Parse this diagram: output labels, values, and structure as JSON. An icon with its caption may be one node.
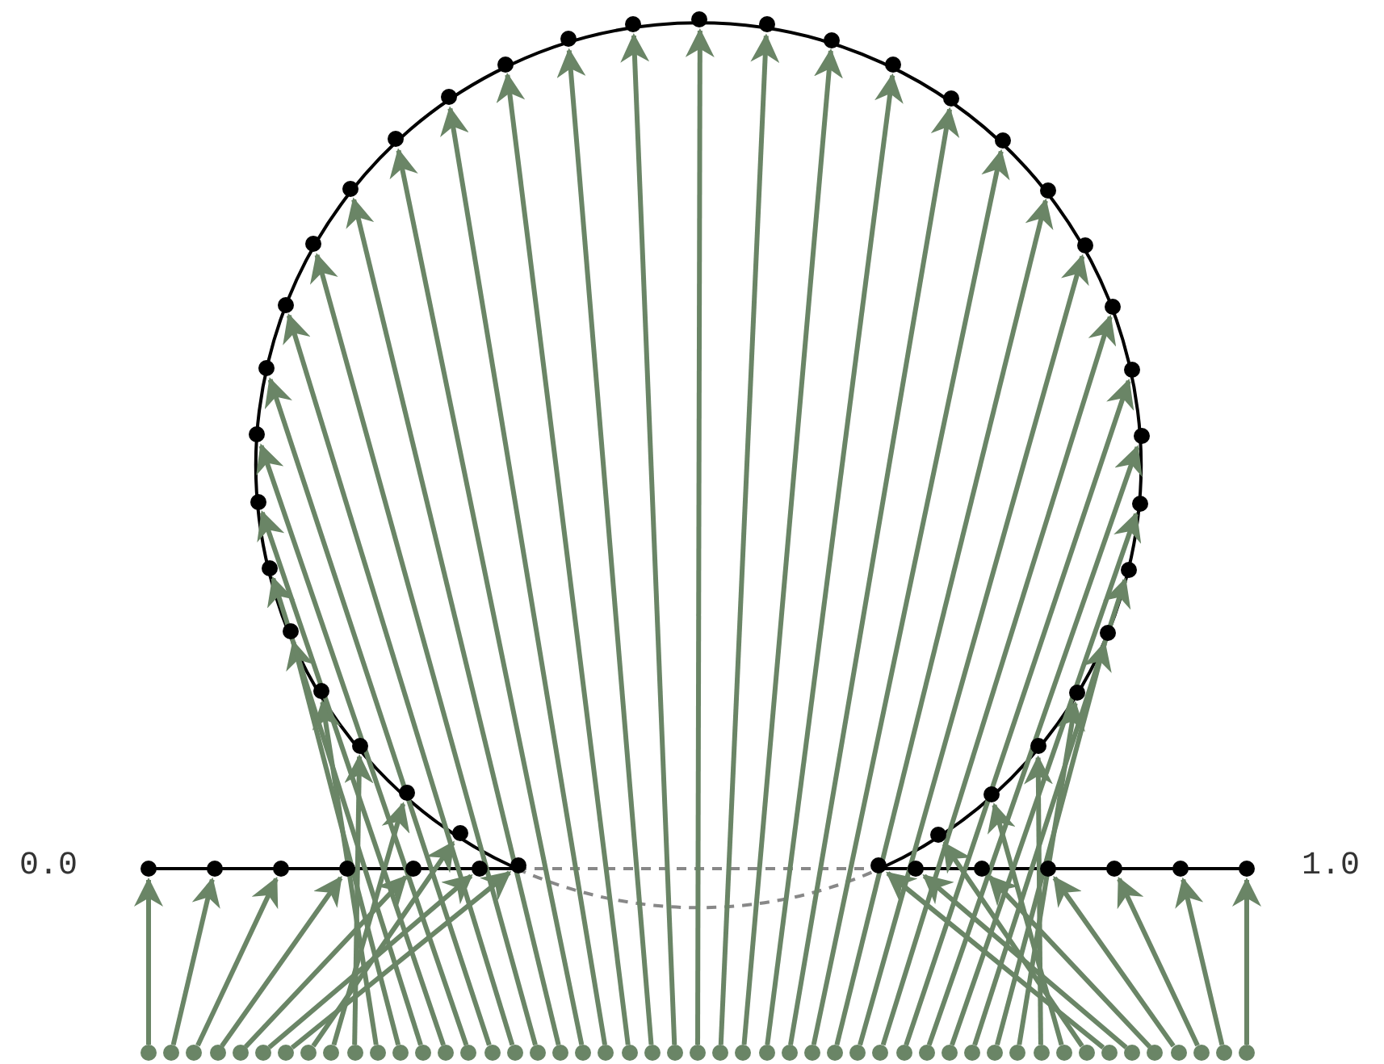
{
  "diagram": {
    "nodes": [
      {
        "text": [],
        "shape": "circle"
      },
      {
        "text": [],
        "shape": "circle"
      },
      {
        "text": [],
        "shape": "circle"
      },
      {
        "text": [],
        "shape": "circle"
      },
      {
        "text": [],
        "shape": "circle"
      },
      {
        "text": [],
        "shape": "circle"
      },
      {
        "text": [],
        "shape": "circle"
      },
      {
        "text": [],
        "shape": "circle"
      },
      {
        "text": [],
        "shape": "circle"
      },
      {
        "text": [],
        "shape": "circle"
      },
      {
        "text": [],
        "shape": "circle"
      },
      {
        "text": [],
        "shape": "circle"
      },
      {
        "text": [],
        "shape": "circle"
      },
      {
        "text": [],
        "shape": "circle"
      },
      {
        "text": [],
        "shape": "circle"
      },
      {
        "text": [],
        "shape": "circle"
      },
      {
        "text": [],
        "shape": "circle"
      },
      {
        "text": [],
        "shape": "circle"
      },
      {
        "text": [],
        "shape": "circle"
      },
      {
        "text": [],
        "shape": "circle"
      },
      {
        "text": [],
        "shape": "circle"
      },
      {
        "text": [],
        "shape": "circle"
      },
      {
        "text": [],
        "shape": "circle"
      },
      {
        "text": [],
        "shape": "circle"
      },
      {
        "text": [],
        "shape": "circle"
      },
      {
        "text": [],
        "shape": "circle"
      },
      {
        "text": [],
        "shape": "circle"
      },
      {
        "text": [],
        "shape": "circle"
      },
      {
        "text": [],
        "shape": "circle"
      },
      {
        "text": [],
        "shape": "circle"
      },
      {
        "text": [],
        "shape": "circle"
      },
      {
        "text": [],
        "shape": "circle"
      },
      {
        "text": [],
        "shape": "circle"
      },
      {
        "text": [],
        "shape": "circle"
      },
      {
        "text": [],
        "shape": "circle"
      },
      {
        "text": [],
        "shape": "circle"
      },
      {
        "text": [],
        "shape": "circle"
      },
      {
        "text": [],
        "shape": "circle"
      },
      {
        "text": [],
        "shape": "circle"
      },
      {
        "text": [],
        "shape": "circle"
      },
      {
        "text": [],
        "shape": "circle"
      },
      {
        "text": [],
        "shape": "circle"
      },
      {
        "text": [],
        "shape": "circle"
      },
      {
        "text": [],
        "shape": "circle"
      },
      {
        "text": [],
        "shape": "circle"
      },
      {
        "text": [],
        "shape": "circle"
      },
      {
        "text": [],
        "shape": "circle"
      },
      {
        "text": [],
        "shape": "circle"
      },
      {
        "text": [],
        "shape": "circle"
      },
      {
        "text": [],
        "shape": "circle"
      },
      {
        "text": [],
        "shape": "circle"
      },
      {
        "text": [],
        "shape": "circle"
      },
      {
        "text": [],
        "shape": "circle"
      },
      {
        "text": [],
        "shape": "circle"
      },
      {
        "text": [],
        "shape": "circle"
      },
      {
        "text": [],
        "shape": "circle"
      },
      {
        "text": [],
        "shape": "circle"
      },
      {
        "text": [],
        "shape": "circle"
      },
      {
        "text": [],
        "shape": "circle"
      },
      {
        "text": [],
        "shape": "circle"
      },
      {
        "text": [],
        "shape": "circle"
      },
      {
        "text": [],
        "shape": "circle"
      },
      {
        "text": [],
        "shape": "circle"
      },
      {
        "text": [],
        "shape": "circle"
      },
      {
        "text": [],
        "shape": "circle"
      },
      {
        "text": [],
        "shape": "circle"
      },
      {
        "text": [],
        "shape": "circle"
      },
      {
        "text": [],
        "shape": "circle"
      },
      {
        "text": [],
        "shape": "circle"
      },
      {
        "text": [],
        "shape": "circle"
      },
      {
        "text": [],
        "shape": "circle"
      },
      {
        "text": [],
        "shape": "circle"
      },
      {
        "text": [],
        "shape": "circle"
      },
      {
        "text": [],
        "shape": "circle"
      },
      {
        "text": [],
        "shape": "circle"
      },
      {
        "text": [],
        "shape": "circle"
      },
      {
        "text": [],
        "shape": "circle"
      },
      {
        "text": [],
        "shape": "circle"
      },
      {
        "text": [],
        "shape": "circle"
      },
      {
        "text": [],
        "shape": "circle"
      },
      {
        "text": [],
        "shape": "circle"
      },
      {
        "text": [],
        "shape": "circle"
      },
      {
        "text": [],
        "shape": "circle"
      },
      {
        "text": [],
        "shape": "circle"
      },
      {
        "text": [],
        "shape": "circle"
      },
      {
        "text": [],
        "shape": "circle"
      },
      {
        "text": [],
        "shape": "circle"
      },
      {
        "text": [],
        "shape": "circle"
      },
      {
        "text": [],
        "shape": "circle"
      },
      {
        "text": [],
        "shape": "circle"
      },
      {
        "text": [],
        "shape": "circle"
      },
      {
        "text": [],
        "shape": "circle"
      },
      {
        "text": [],
        "shape": "circle"
      },
      {
        "text": [],
        "shape": "circle"
      },
      {
        "text": [],
        "shape": "circle"
      },
      {
        "text": [],
        "shape": "circle"
      },
      {
        "text": [],
        "shape": "circle"
      },
      {
        "text": [],
        "shape": "circle"
      }
    ],
    "edges": [
      {
        "from": 0,
        "to": 49,
        "arrow": "to"
      },
      {
        "from": 1,
        "to": 50,
        "arrow": "to"
      },
      {
        "from": 2,
        "to": 51,
        "arrow": "to"
      },
      {
        "from": 3,
        "to": 52,
        "arrow": "to"
      },
      {
        "from": 4,
        "to": 53,
        "arrow": "to"
      },
      {
        "from": 5,
        "to": 54,
        "arrow": "to"
      },
      {
        "from": 6,
        "to": 55,
        "arrow": "to"
      },
      {
        "from": 7,
        "to": 56,
        "arrow": "to"
      },
      {
        "from": 8,
        "to": 57,
        "arrow": "to"
      },
      {
        "from": 9,
        "to": 58,
        "arrow": "to"
      },
      {
        "from": 10,
        "to": 59,
        "arrow": "to"
      },
      {
        "from": 11,
        "to": 60,
        "arrow": "to"
      },
      {
        "from": 12,
        "to": 61,
        "arrow": "to"
      },
      {
        "from": 13,
        "to": 62,
        "arrow": "to"
      },
      {
        "from": 14,
        "to": 63,
        "arrow": "to"
      },
      {
        "from": 15,
        "to": 64,
        "arrow": "to"
      },
      {
        "from": 16,
        "to": 65,
        "arrow": "to"
      },
      {
        "from": 17,
        "to": 66,
        "arrow": "to"
      },
      {
        "from": 18,
        "to": 67,
        "arrow": "to"
      },
      {
        "from": 19,
        "to": 68,
        "arrow": "to"
      },
      {
        "from": 20,
        "to": 69,
        "arrow": "to"
      },
      {
        "from": 21,
        "to": 70,
        "arrow": "to"
      },
      {
        "from": 22,
        "to": 71,
        "arrow": "to"
      },
      {
        "from": 23,
        "to": 72,
        "arrow": "to"
      },
      {
        "from": 24,
        "to": 73,
        "arrow": "to"
      },
      {
        "from": 25,
        "to": 74,
        "arrow": "to"
      },
      {
        "from": 26,
        "to": 75,
        "arrow": "to"
      },
      {
        "from": 27,
        "to": 76,
        "arrow": "to"
      },
      {
        "from": 28,
        "to": 77,
        "arrow": "to"
      },
      {
        "from": 29,
        "to": 78,
        "arrow": "to"
      },
      {
        "from": 30,
        "to": 79,
        "arrow": "to"
      },
      {
        "from": 31,
        "to": 80,
        "arrow": "to"
      },
      {
        "from": 32,
        "to": 81,
        "arrow": "to"
      },
      {
        "from": 33,
        "to": 82,
        "arrow": "to"
      },
      {
        "from": 34,
        "to": 83,
        "arrow": "to"
      },
      {
        "from": 35,
        "to": 84,
        "arrow": "to"
      },
      {
        "from": 36,
        "to": 85,
        "arrow": "to"
      },
      {
        "from": 37,
        "to": 86,
        "arrow": "to"
      },
      {
        "from": 38,
        "to": 87,
        "arrow": "to"
      },
      {
        "from": 39,
        "to": 88,
        "arrow": "to"
      },
      {
        "from": 40,
        "to": 89,
        "arrow": "to"
      },
      {
        "from": 41,
        "to": 90,
        "arrow": "to"
      },
      {
        "from": 42,
        "to": 91,
        "arrow": "to"
      },
      {
        "from": 43,
        "to": 92,
        "arrow": "to"
      },
      {
        "from": 44,
        "to": 93,
        "arrow": "to"
      },
      {
        "from": 45,
        "to": 94,
        "arrow": "to"
      },
      {
        "from": 46,
        "to": 95,
        "arrow": "to"
      },
      {
        "from": 47,
        "to": 96,
        "arrow": "to"
      },
      {
        "from": 48,
        "to": 97,
        "arrow": "to"
      }
    ],
    "labels": [
      "0.0",
      "1.0"
    ]
  }
}
